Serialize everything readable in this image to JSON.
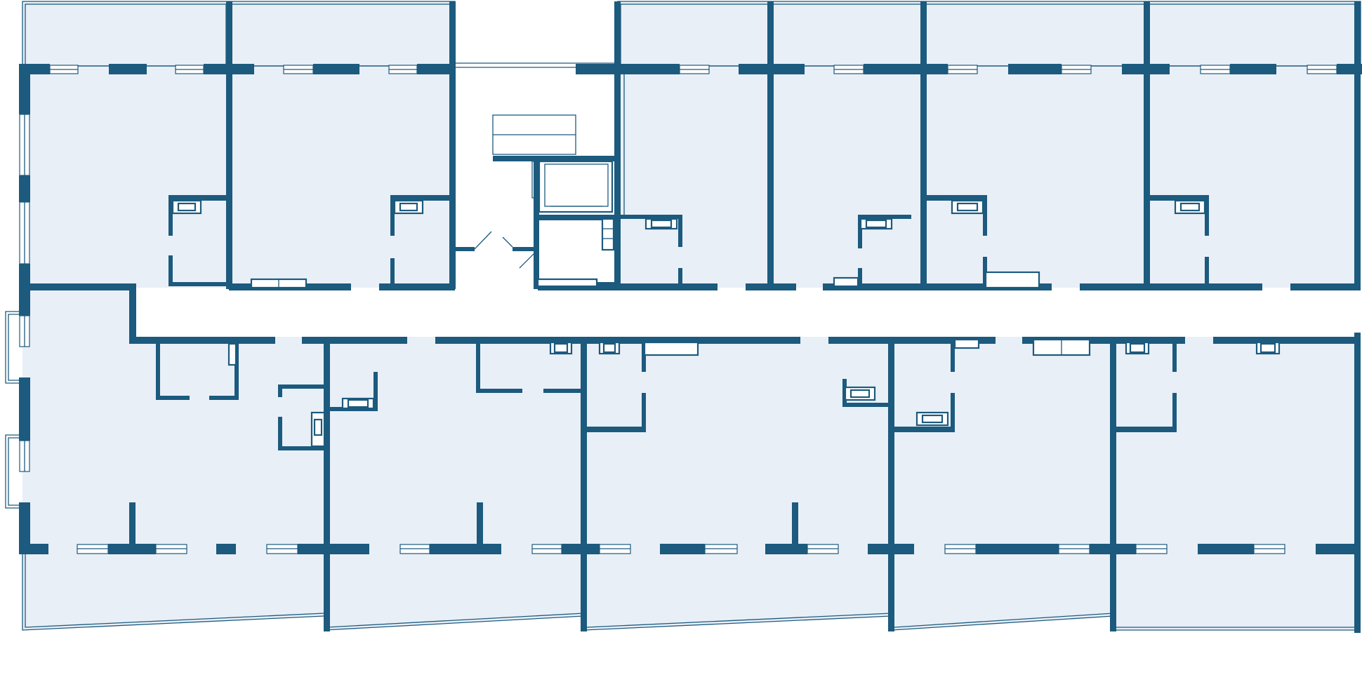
{
  "colors": {
    "wall": "#1c5a7e",
    "apartment_fill": "#e9eff7",
    "background": "#ffffff"
  },
  "units": [
    {
      "id": "unit-top-1"
    },
    {
      "id": "unit-top-2"
    },
    {
      "id": "unit-top-3"
    },
    {
      "id": "unit-top-4"
    },
    {
      "id": "unit-top-5"
    },
    {
      "id": "unit-top-6"
    },
    {
      "id": "unit-bottom-1"
    },
    {
      "id": "unit-bottom-2"
    },
    {
      "id": "unit-bottom-3"
    },
    {
      "id": "unit-bottom-4"
    },
    {
      "id": "unit-bottom-5"
    }
  ]
}
